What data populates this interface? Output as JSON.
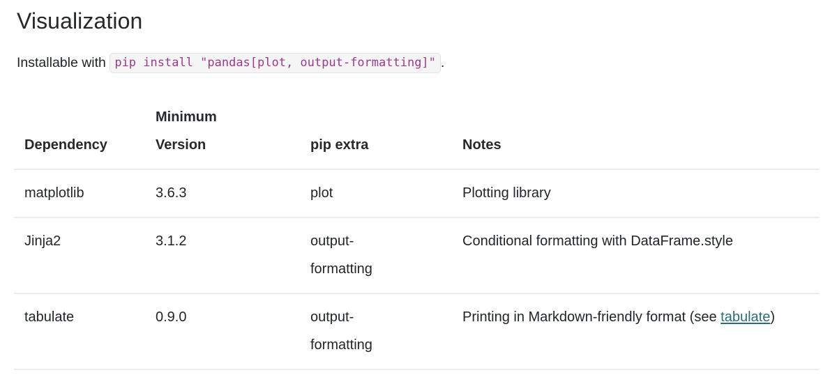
{
  "page": {
    "title": "Visualization"
  },
  "intro": {
    "prefix": "Installable with ",
    "code": "pip install \"pandas[plot, output-formatting]\"",
    "suffix": "."
  },
  "table": {
    "headers": {
      "dependency": "Dependency",
      "minimum_version_line1": "Minimum",
      "minimum_version_line2": "Version",
      "pip_extra": "pip extra",
      "notes": "Notes"
    },
    "rows": [
      {
        "dependency": "matplotlib",
        "version": "3.6.3",
        "pip_extra": "plot",
        "notes_text": "Plotting library",
        "notes_link": "",
        "notes_tail": ""
      },
      {
        "dependency": "Jinja2",
        "version": "3.1.2",
        "pip_extra": "output-formatting",
        "notes_text": "Conditional formatting with DataFrame.style",
        "notes_link": "",
        "notes_tail": ""
      },
      {
        "dependency": "tabulate",
        "version": "0.9.0",
        "pip_extra": "output-formatting",
        "notes_text": "Printing in Markdown-friendly format (see ",
        "notes_link": "tabulate",
        "notes_tail": ")"
      }
    ]
  },
  "colors": {
    "code_text": "#9c3a8c",
    "code_background": "#f5f5f5",
    "code_border": "#e3e3e3",
    "link": "#2c6d7a",
    "text": "#212529",
    "heading": "#25292e",
    "rule": "#ececec"
  }
}
